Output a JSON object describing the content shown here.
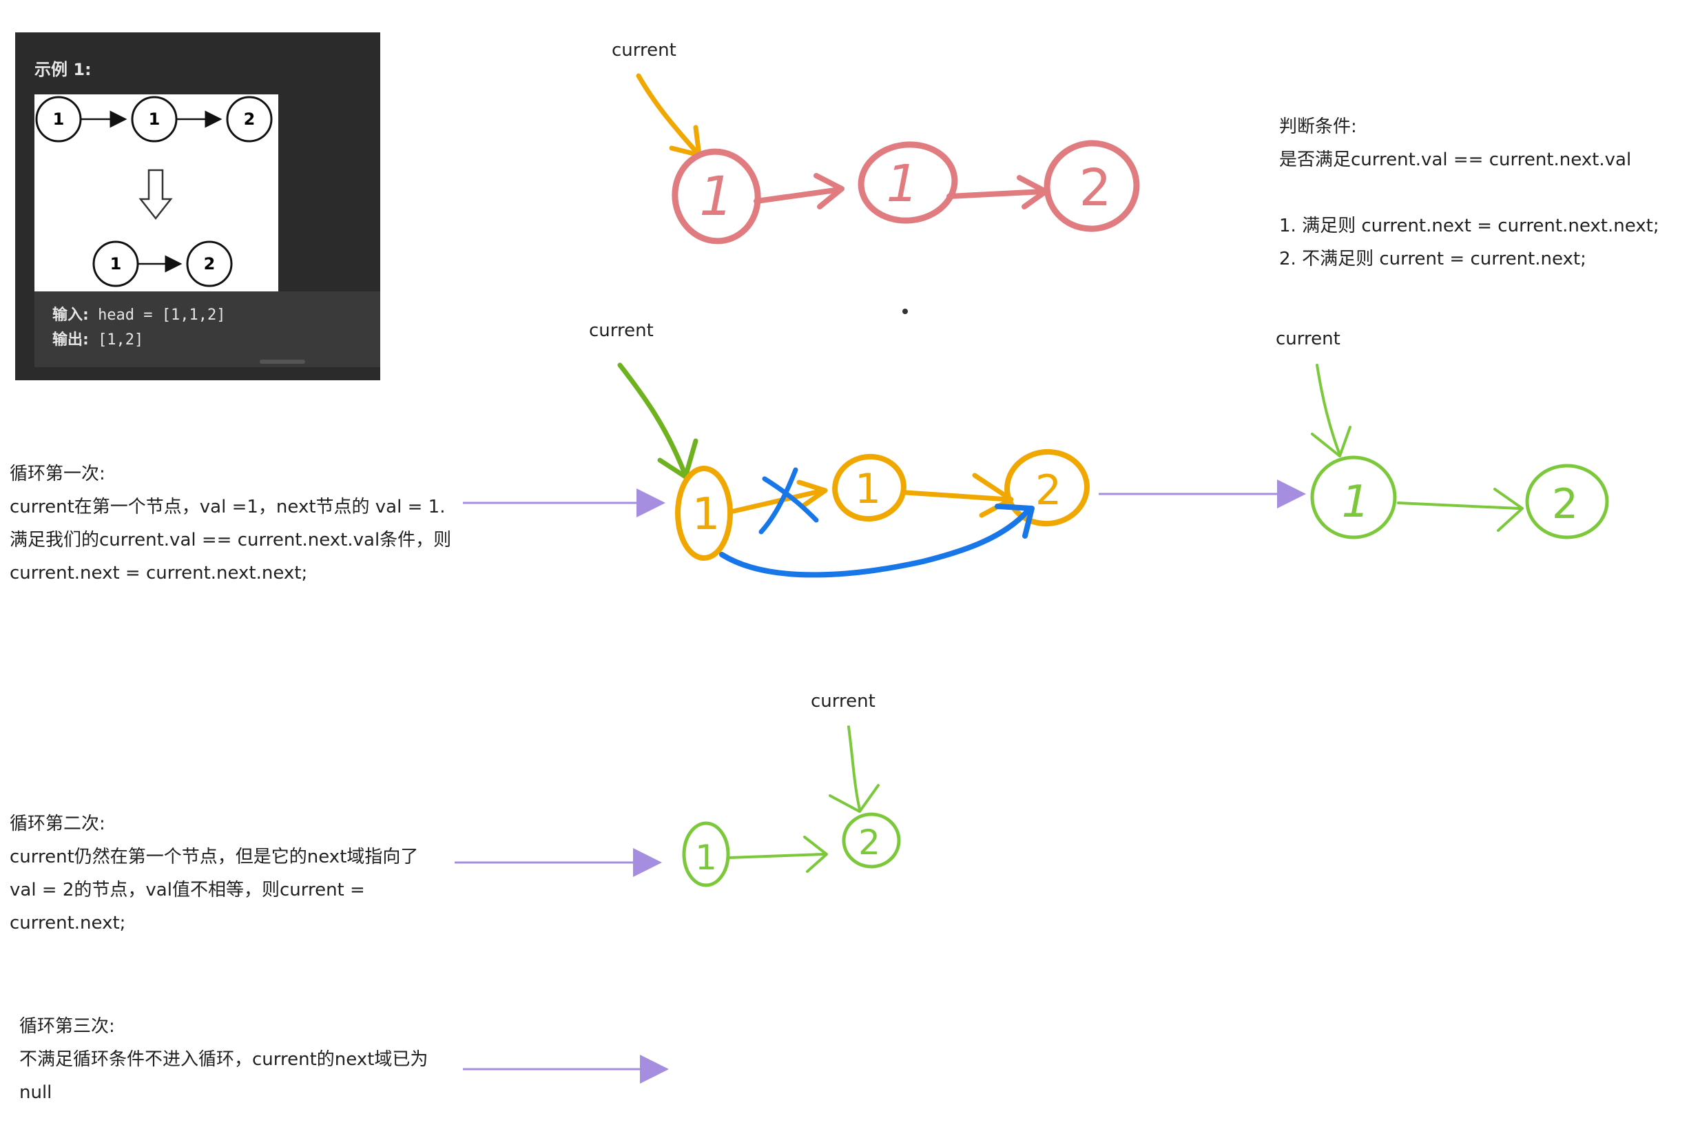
{
  "example": {
    "title": "示例 1:",
    "top_nodes": [
      "1",
      "1",
      "2"
    ],
    "bottom_nodes": [
      "1",
      "2"
    ],
    "input_key": "输入:",
    "input_value": "head = [1,1,2]",
    "output_key": "输出:",
    "output_value": "[1,2]"
  },
  "condition": {
    "heading": "判断条件:",
    "check": "是否满足current.val == current.next.val",
    "rule1": "1. 满足则  current.next = current.next.next;",
    "rule2": "2. 不满足则  current = current.next;"
  },
  "loops": {
    "first": {
      "title": "循环第一次:",
      "line1": "current在第一个节点，val =1，next节点的 val = 1.",
      "line2": "满足我们的current.val == current.next.val条件，则",
      "line3": "current.next = current.next.next;"
    },
    "second": {
      "title": "循环第二次:",
      "line1": "current仍然在第一个节点，但是它的next域指向了",
      "line2": "val = 2的节点，val值不相等，则current =",
      "line3": "current.next;"
    },
    "third": {
      "title": "循环第三次:",
      "line1": "不满足循环条件不进入循环，current的next域已为",
      "line2": "null"
    }
  },
  "pointer_label": "current",
  "sketches": {
    "initial_nodes": [
      "1",
      "1",
      "2"
    ],
    "first_loop_nodes": [
      "1",
      "1",
      "2"
    ],
    "after_first_nodes": [
      "1",
      "2"
    ],
    "second_loop_nodes": [
      "1",
      "2"
    ]
  },
  "colors": {
    "initial": "#e07b80",
    "first_loop": "#f0a800",
    "pointer_green": "#6fb21f",
    "relink_blue": "#1877e8",
    "result_green": "#7bc83a",
    "connector_purple": "#a58ee0"
  }
}
